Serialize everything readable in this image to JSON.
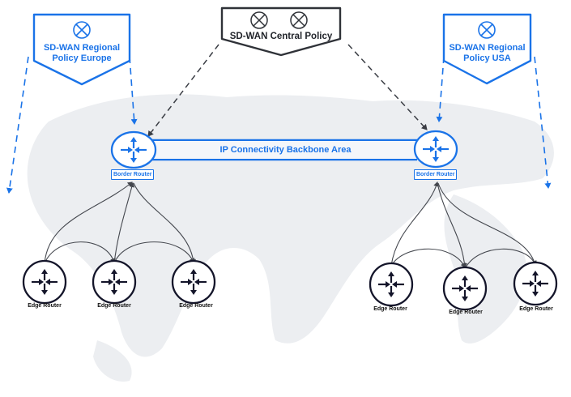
{
  "diagram": {
    "colors": {
      "accent": "#1a73e8",
      "dark": "#1f2228",
      "map": "#eceef1",
      "edge_router": "#14152a"
    },
    "central_policy": {
      "label": "SD-WAN Central Policy",
      "icons": [
        "x-circle-icon",
        "x-circle-icon"
      ]
    },
    "regional_policies": [
      {
        "label_line1": "SD-WAN Regional",
        "label_line2": "Policy Europe",
        "icon": "x-circle-icon"
      },
      {
        "label_line1": "SD-WAN Regional",
        "label_line2": "Policy USA",
        "icon": "x-circle-icon"
      }
    ],
    "backbone": {
      "label": "IP Connectivity Backbone Area"
    },
    "border_routers": [
      {
        "label": "Border Router",
        "region": "Europe"
      },
      {
        "label": "Border Router",
        "region": "USA"
      }
    ],
    "edge_routers_left": [
      {
        "label": "Edge Router"
      },
      {
        "label": "Edge Router"
      },
      {
        "label": "Edge Router"
      }
    ],
    "edge_routers_right": [
      {
        "label": "Edge Router"
      },
      {
        "label": "Edge Router"
      },
      {
        "label": "Edge Router"
      }
    ]
  }
}
